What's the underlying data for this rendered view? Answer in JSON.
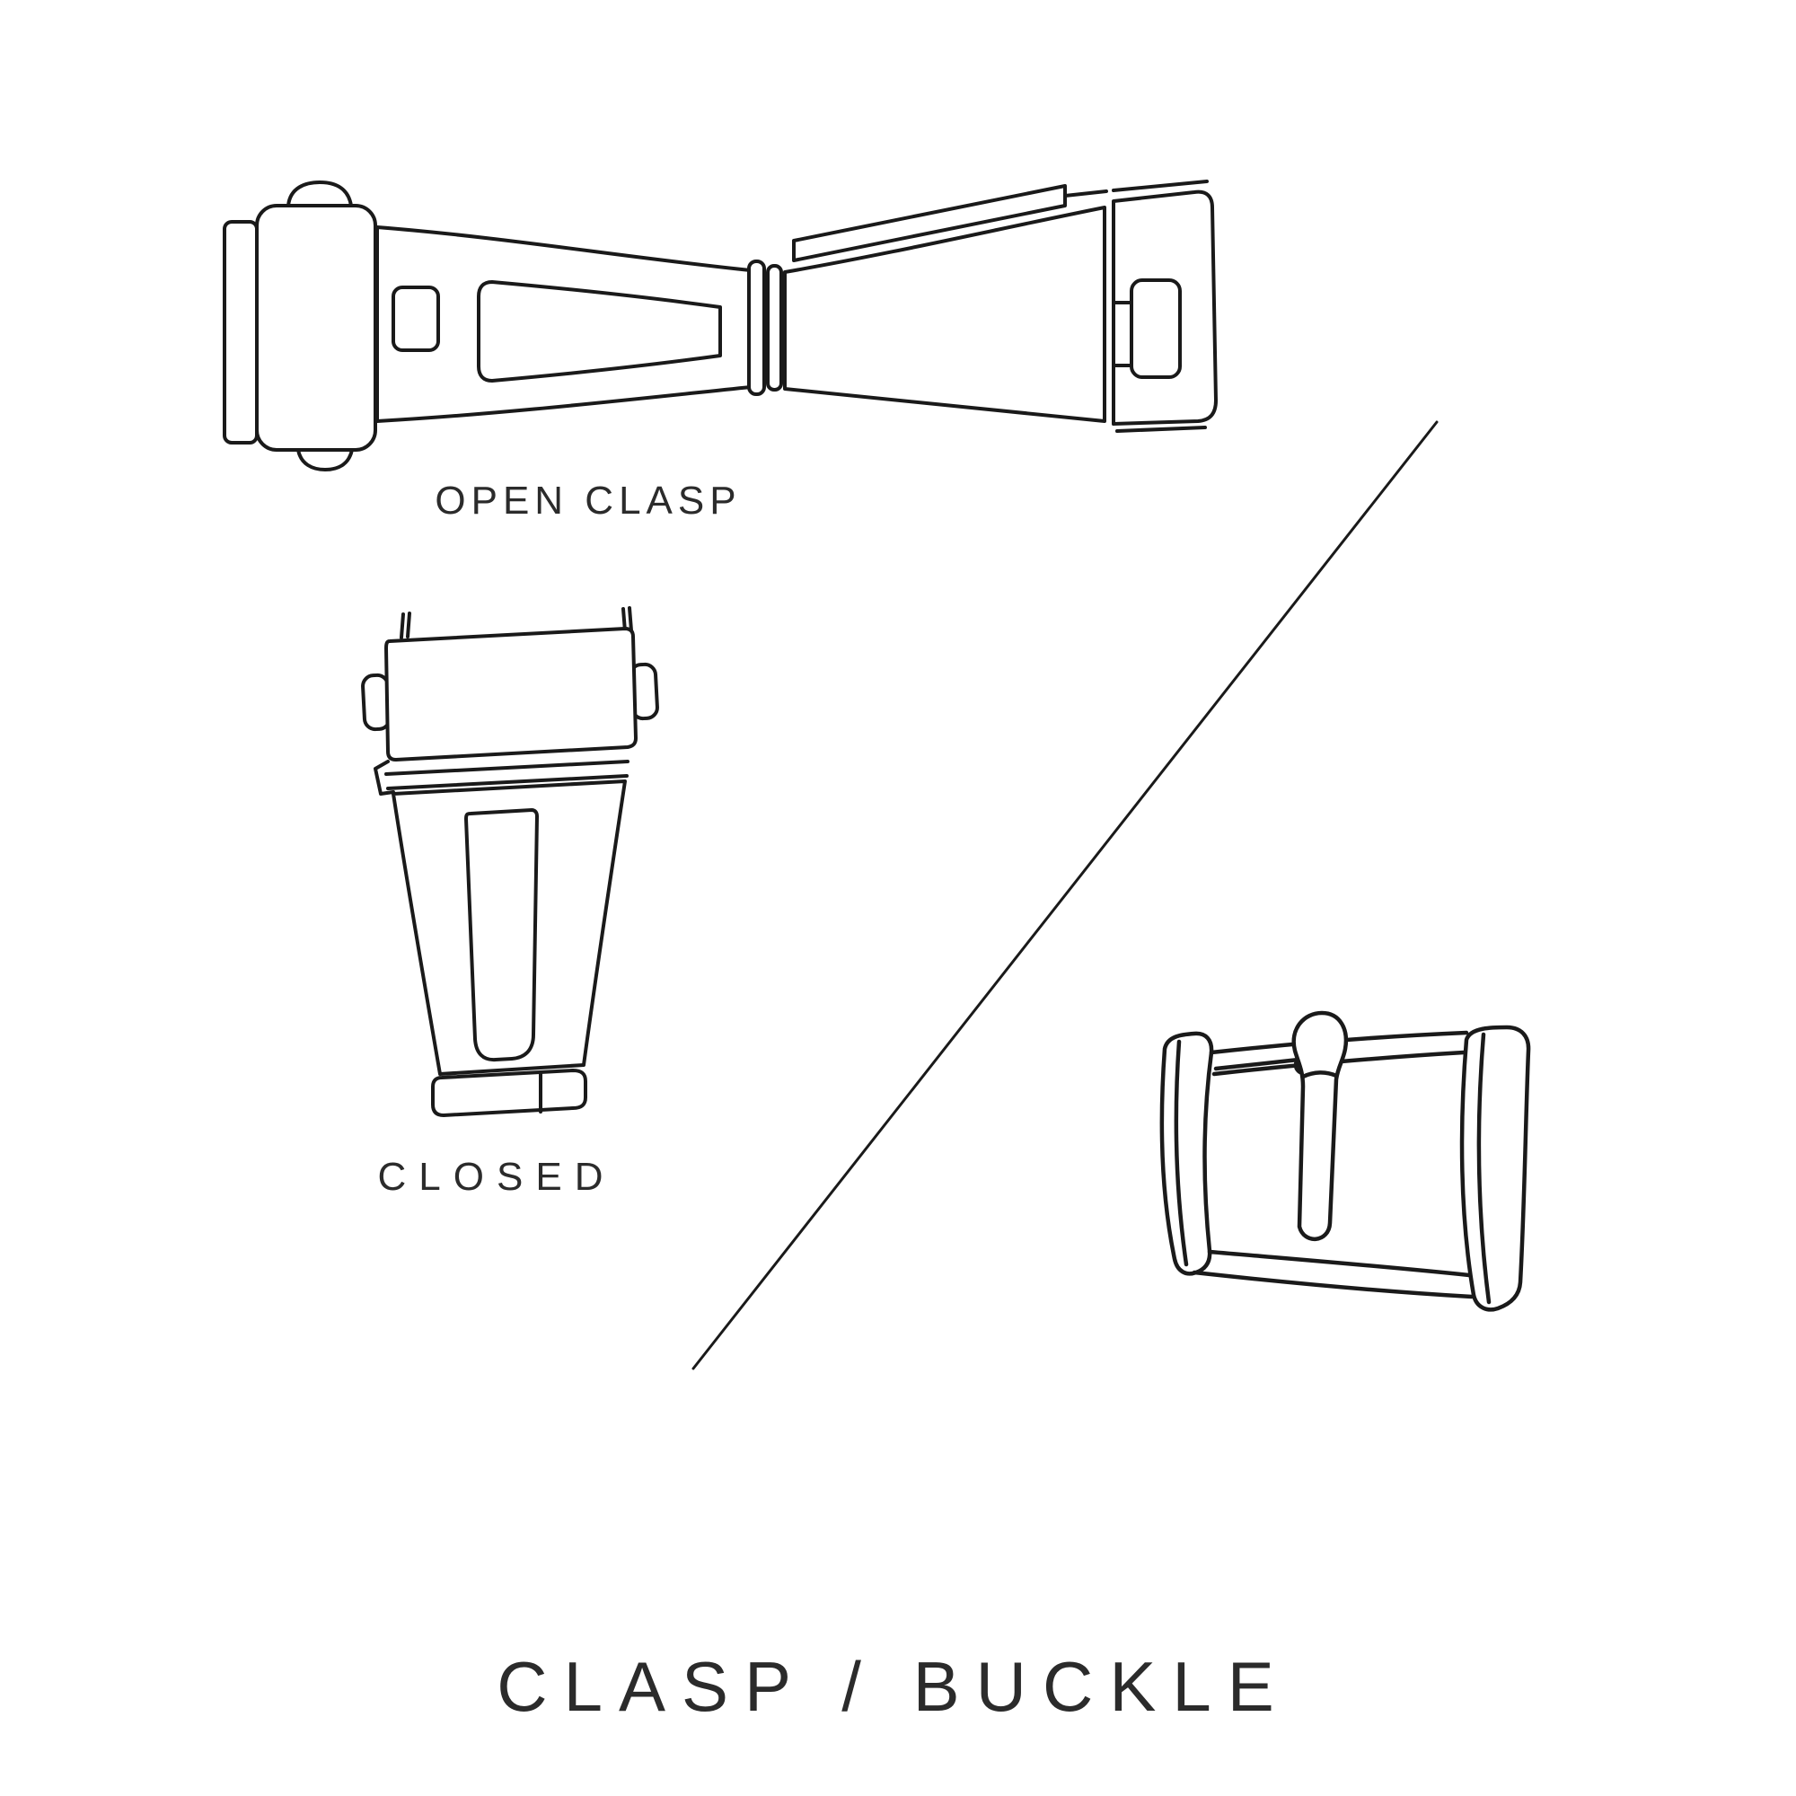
{
  "page": {
    "colors": {
      "background": "#ffffff",
      "line": "#1a1a1a",
      "text": "#2b2b2b"
    }
  },
  "diagram": {
    "title": "CLASP / BUCKLE",
    "captions": {
      "open_clasp": "OPEN CLASP",
      "closed": "CLOSED"
    },
    "illustrations": [
      "open-clasp-icon",
      "closed-clasp-icon",
      "tang-buckle-icon",
      "diagonal-divider"
    ]
  }
}
